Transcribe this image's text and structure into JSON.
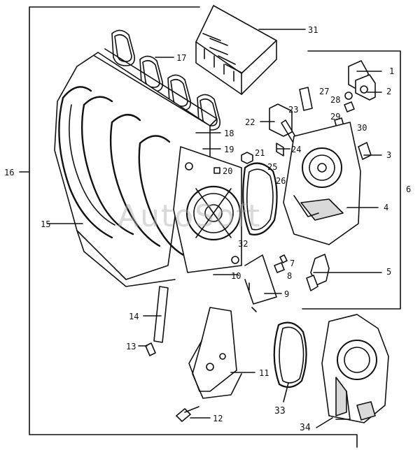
{
  "diagram": {
    "colors": {
      "stroke": "#111111",
      "fill_light": "#ffffff",
      "fill_shade": "#d9d9d9"
    },
    "watermark": "AutoSoft",
    "labels": {
      "l1": "1",
      "l2": "2",
      "l3": "3",
      "l4": "4",
      "l5": "5",
      "l6": "6",
      "l7": "7",
      "l8": "8",
      "l9": "9",
      "l10": "10",
      "l11": "11",
      "l12": "12",
      "l13": "13",
      "l14": "14",
      "l15": "15",
      "l16": "16",
      "l17": "17",
      "l18": "18",
      "l19": "19",
      "l20": "20",
      "l21": "21",
      "l22": "22",
      "l23": "23",
      "l24": "24",
      "l25": "25",
      "l26": "26",
      "l27": "27",
      "l28": "28",
      "l29": "29",
      "l30": "30",
      "l31": "31",
      "l32": "32",
      "l33": "33",
      "l34": "34"
    }
  }
}
